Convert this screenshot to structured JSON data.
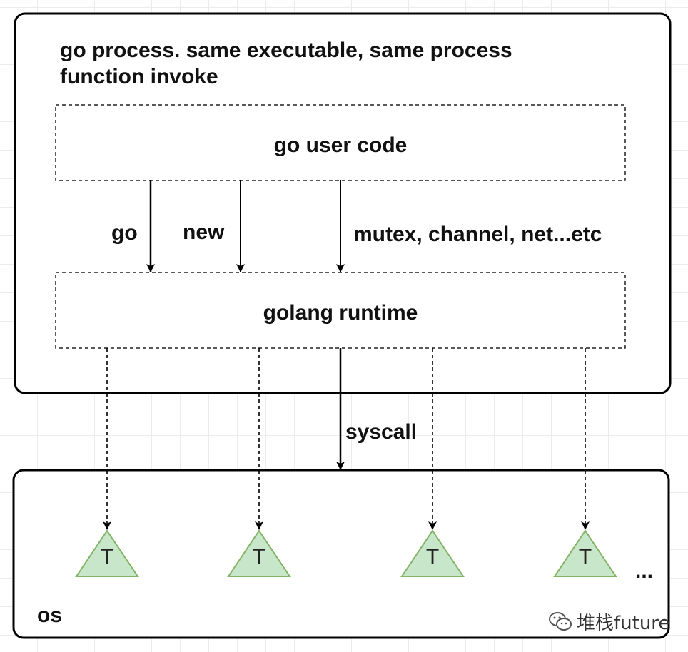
{
  "process_box": {
    "title_line1": "go process. same executable, same process",
    "title_line2": "function invoke"
  },
  "user_code": {
    "label": "go user code"
  },
  "runtime": {
    "label": "golang runtime"
  },
  "calls": {
    "go": "go",
    "new": "new",
    "others": "mutex, channel, net...etc"
  },
  "syscall": {
    "label": "syscall"
  },
  "os_box": {
    "label": "os",
    "ellipsis": "...",
    "threads": [
      {
        "label": "T"
      },
      {
        "label": "T"
      },
      {
        "label": "T"
      },
      {
        "label": "T"
      }
    ]
  },
  "watermark": {
    "text": "堆栈future"
  },
  "colors": {
    "thread_fill": "#c8e6c9",
    "thread_stroke": "#82b366",
    "box_stroke": "#000000"
  }
}
